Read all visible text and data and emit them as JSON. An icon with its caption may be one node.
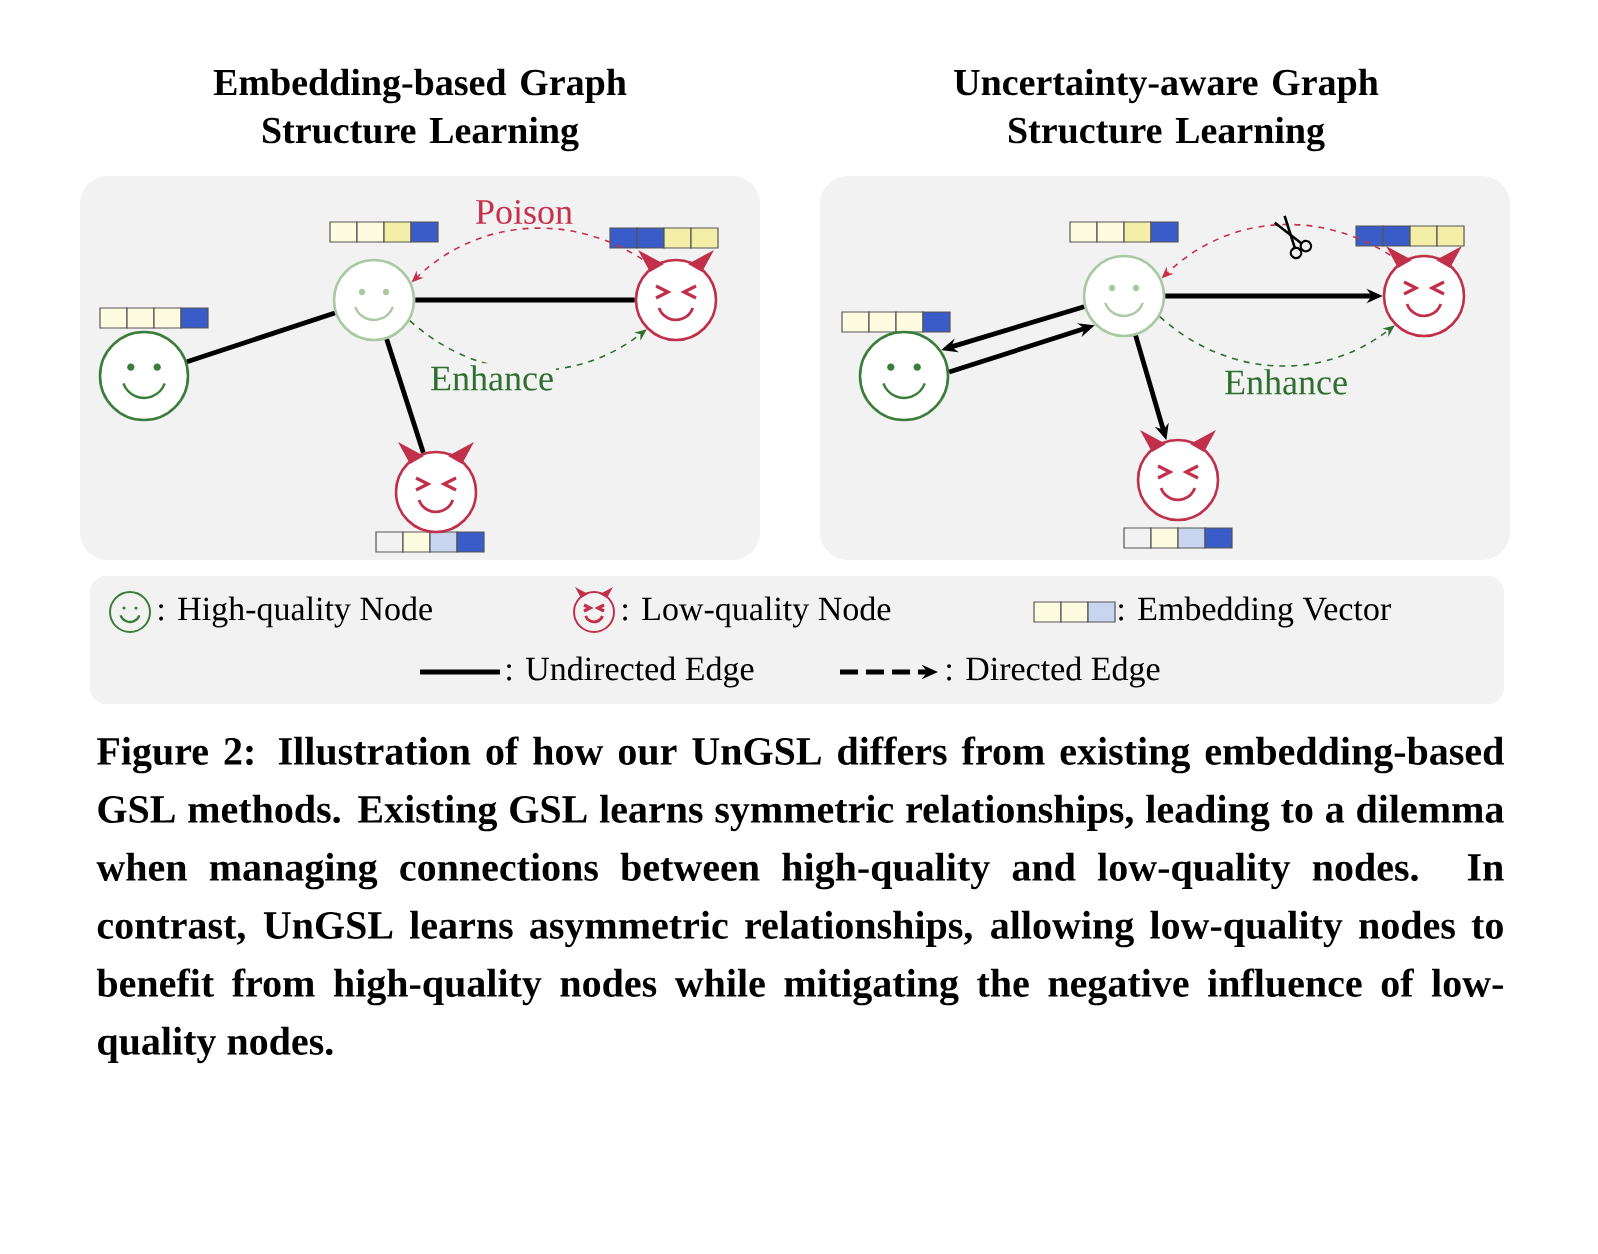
{
  "diagram": {
    "caption": "Figure 2: Illustration of how our UnGSL differs from existing embedding-based GSL methods. Existing GSL learns symmetric relationships, leading to a dilemma when managing connections between high-quality and low-quality nodes. In contrast, UnGSL learns asymmetric relationships, allowing low-quality nodes to benefit from high-quality nodes while mitigating the negative influence of low-quality nodes.",
    "nodes": [
      {
        "text": [
          "Embedding-based Graph Structure Learning"
        ]
      },
      {
        "text": [
          "Uncertainty-aware Graph Structure Learning"
        ]
      },
      {
        "text": [],
        "shape": "smiley",
        "in": 0
      },
      {
        "text": [],
        "shape": "smiley",
        "in": 0
      },
      {
        "text": [],
        "shape": "devil",
        "in": 0
      },
      {
        "text": [],
        "shape": "devil",
        "in": 0
      },
      {
        "text": [],
        "shape": "smiley",
        "in": 1
      },
      {
        "text": [],
        "shape": "smiley",
        "in": 1
      },
      {
        "text": [],
        "shape": "devil",
        "in": 1
      },
      {
        "text": [],
        "shape": "devil",
        "in": 1
      }
    ],
    "edges": [
      {
        "from": 2,
        "to": 3,
        "arrow": "none"
      },
      {
        "from": 2,
        "to": 4,
        "arrow": "none"
      },
      {
        "from": 2,
        "to": 5,
        "arrow": "none"
      },
      {
        "from": 4,
        "to": 2,
        "arrow": "to",
        "style": "dashed",
        "color": "#c8304a",
        "label": "Poison"
      },
      {
        "from": 2,
        "to": 4,
        "arrow": "to",
        "style": "dashed",
        "color": "#2e6e2e",
        "label": "Enhance"
      },
      {
        "from": 6,
        "to": 7,
        "arrow": "to"
      },
      {
        "from": 7,
        "to": 6,
        "arrow": "to"
      },
      {
        "from": 6,
        "to": 8,
        "arrow": "to"
      },
      {
        "from": 6,
        "to": 9,
        "arrow": "to"
      },
      {
        "from": 8,
        "to": 6,
        "arrow": "to",
        "style": "dashed",
        "color": "#c8304a"
      },
      {
        "from": 6,
        "to": 8,
        "arrow": "to",
        "style": "dashed",
        "color": "#2e6e2e",
        "label": "Enhance"
      }
    ],
    "legend": [
      {
        "text": ": High-quality Node"
      },
      {
        "text": ": Low-quality Node"
      },
      {
        "text": ": Embedding Vector"
      },
      {
        "text": ": Undirected Edge"
      },
      {
        "text": ": Directed Edge"
      }
    ]
  }
}
